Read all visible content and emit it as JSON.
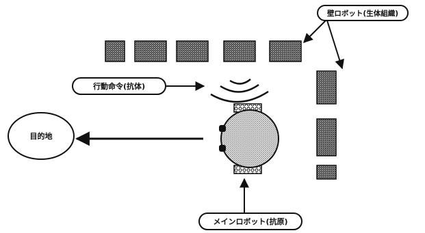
{
  "labels": {
    "wall_robot": "壁ロボット(生体組織)",
    "action_command": "行動命令(抗体)",
    "destination": "目的地",
    "main_robot": "メインロボット(抗原)"
  },
  "colors": {
    "stroke": "#111111",
    "hatch_bg": "#8a8a8a",
    "dots_fill": "#cfcfcf"
  }
}
